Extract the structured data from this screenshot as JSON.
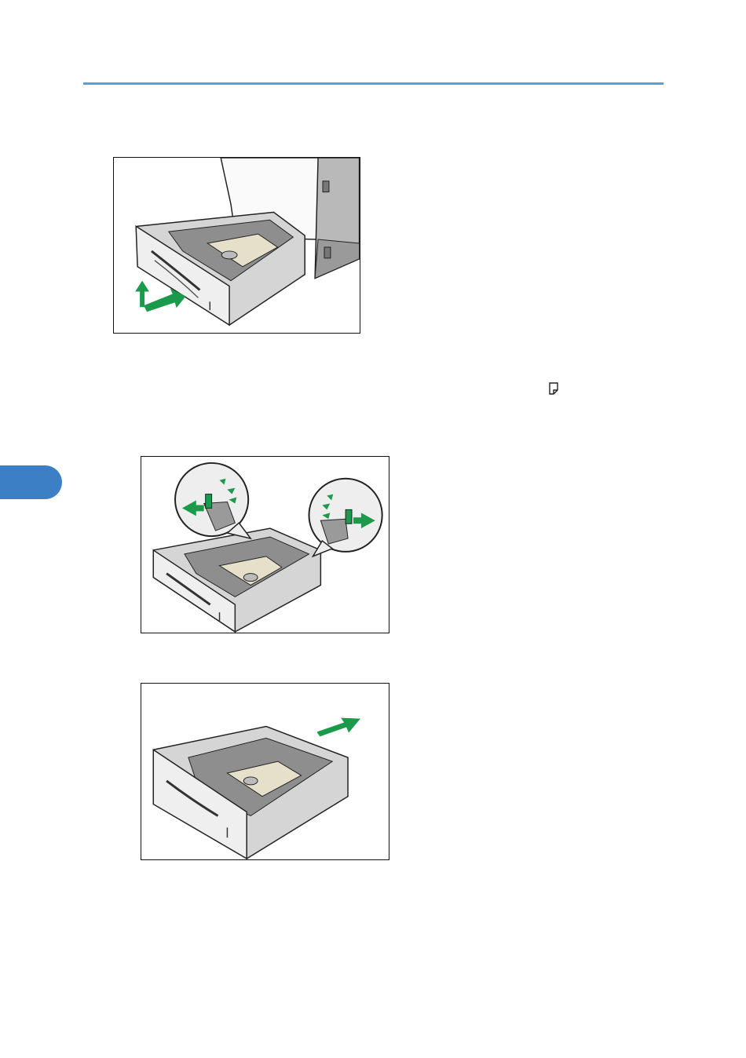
{
  "page": {
    "accent_color": "#5aa0d6",
    "chapter_tab_color": "#3d7fc4",
    "arrow_color": "#1a9a4a"
  },
  "figures": [
    {
      "id": "fig1",
      "depicts": "pull-out-tray-illustration"
    },
    {
      "id": "fig2",
      "depicts": "press-side-guide-release-illustration"
    },
    {
      "id": "fig3",
      "depicts": "push-tray-in-illustration"
    }
  ],
  "icons": {
    "paper_orientation": "paper-orientation-icon"
  }
}
